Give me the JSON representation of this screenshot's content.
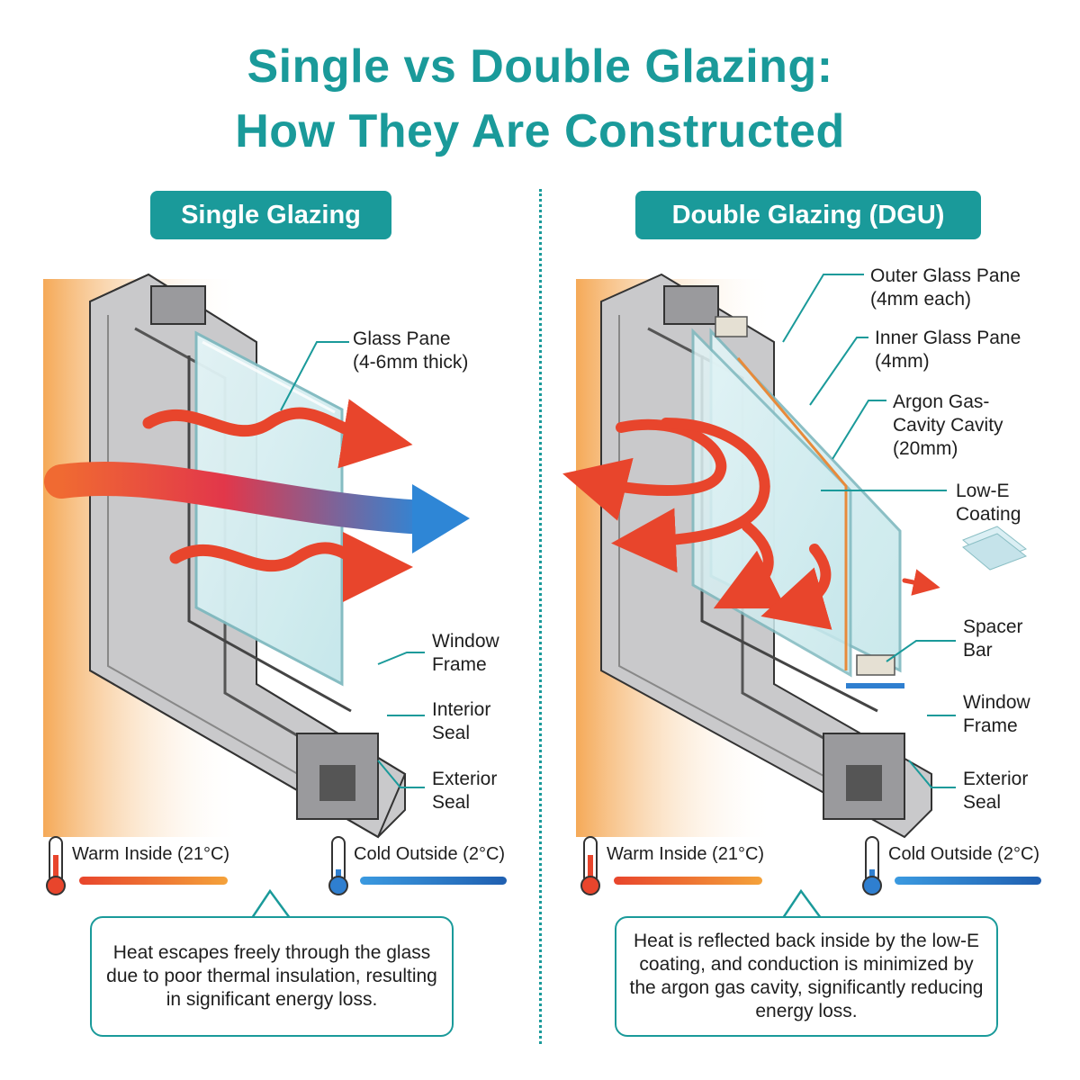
{
  "title": {
    "line1": "Single vs Double Glazing:",
    "line2": "How They Are Constructed"
  },
  "single": {
    "heading": "Single Glazing",
    "labels": {
      "glass_pane_1": "Glass Pane",
      "glass_pane_2": "(4-6mm thick)",
      "window_frame_1": "Window",
      "window_frame_2": "Frame",
      "interior_seal_1": "Interior",
      "interior_seal_2": "Seal",
      "exterior_seal_1": "Exterior",
      "exterior_seal_2": "Seal"
    },
    "warm": "Warm Inside (21°C)",
    "cold": "Cold Outside (2°C)",
    "caption": "Heat escapes freely through the glass due to poor thermal insulation, resulting in significant energy loss."
  },
  "double": {
    "heading": "Double Glazing (DGU)",
    "labels": {
      "outer_pane_1": "Outer Glass Pane",
      "outer_pane_2": "(4mm each)",
      "inner_pane_1": "Inner Glass Pane",
      "inner_pane_2": "(4mm)",
      "argon_1": "Argon Gas-",
      "argon_2": "Cavity Cavity",
      "argon_3": "(20mm)",
      "lowe_1": "Low-E",
      "lowe_2": "Coating",
      "spacer_1": "Spacer",
      "spacer_2": "Bar",
      "window_frame_1": "Window",
      "window_frame_2": "Frame",
      "exterior_seal_1": "Exterior",
      "exterior_seal_2": "Seal"
    },
    "warm": "Warm Inside (21°C)",
    "cold": "Cold Outside (2°C)",
    "caption": "Heat is reflected back inside by the low-E coating, and conduction is minimized by the argon gas cavity, significantly reducing energy loss."
  },
  "colors": {
    "accent": "#1a9a9a",
    "warm": "#e8452c",
    "cold": "#2f7fd0",
    "frame": "#c9c9cb"
  }
}
